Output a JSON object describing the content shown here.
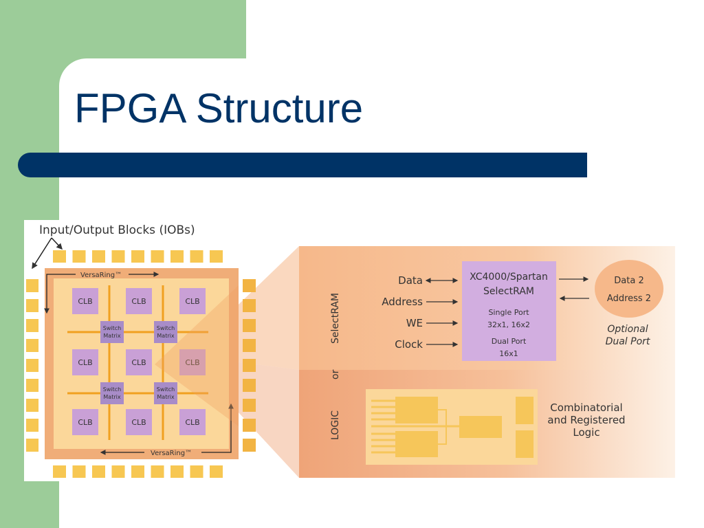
{
  "slide": {
    "title": "FPGA Structure"
  },
  "colors": {
    "accent_green": "#9ccc99",
    "title_blue": "#003366",
    "clb_purple": "#c9a0d6",
    "switch_purple": "#a88cc8",
    "iob_yellow": "#f7c752",
    "ring_orange": "#f0ad78",
    "core_light": "#fbd79a"
  },
  "diagram": {
    "iob_label": "Input/Output Blocks (IOBs)",
    "versaring_top": "VersaRing™",
    "versaring_bottom": "VersaRing™",
    "clb_label": "CLB",
    "switch_label_line1": "Switch",
    "switch_label_line2": "Matrix",
    "selectram_side_label": "SelectRAM",
    "or_label": "or",
    "logic_side_label": "LOGIC",
    "inputs": [
      "Data",
      "Address",
      "WE",
      "Clock"
    ],
    "ram_block": {
      "title_line1": "XC4000/Spartan",
      "title_line2": "SelectRAM",
      "detail_lines": [
        "Single Port",
        "32x1, 16x2",
        "Dual Port",
        "16x1"
      ]
    },
    "dual_port": {
      "line1": "Data 2",
      "line2": "Address 2",
      "caption_line1": "Optional",
      "caption_line2": "Dual Port"
    },
    "logic_caption": [
      "Combinatorial",
      "and Registered",
      "Logic"
    ]
  }
}
